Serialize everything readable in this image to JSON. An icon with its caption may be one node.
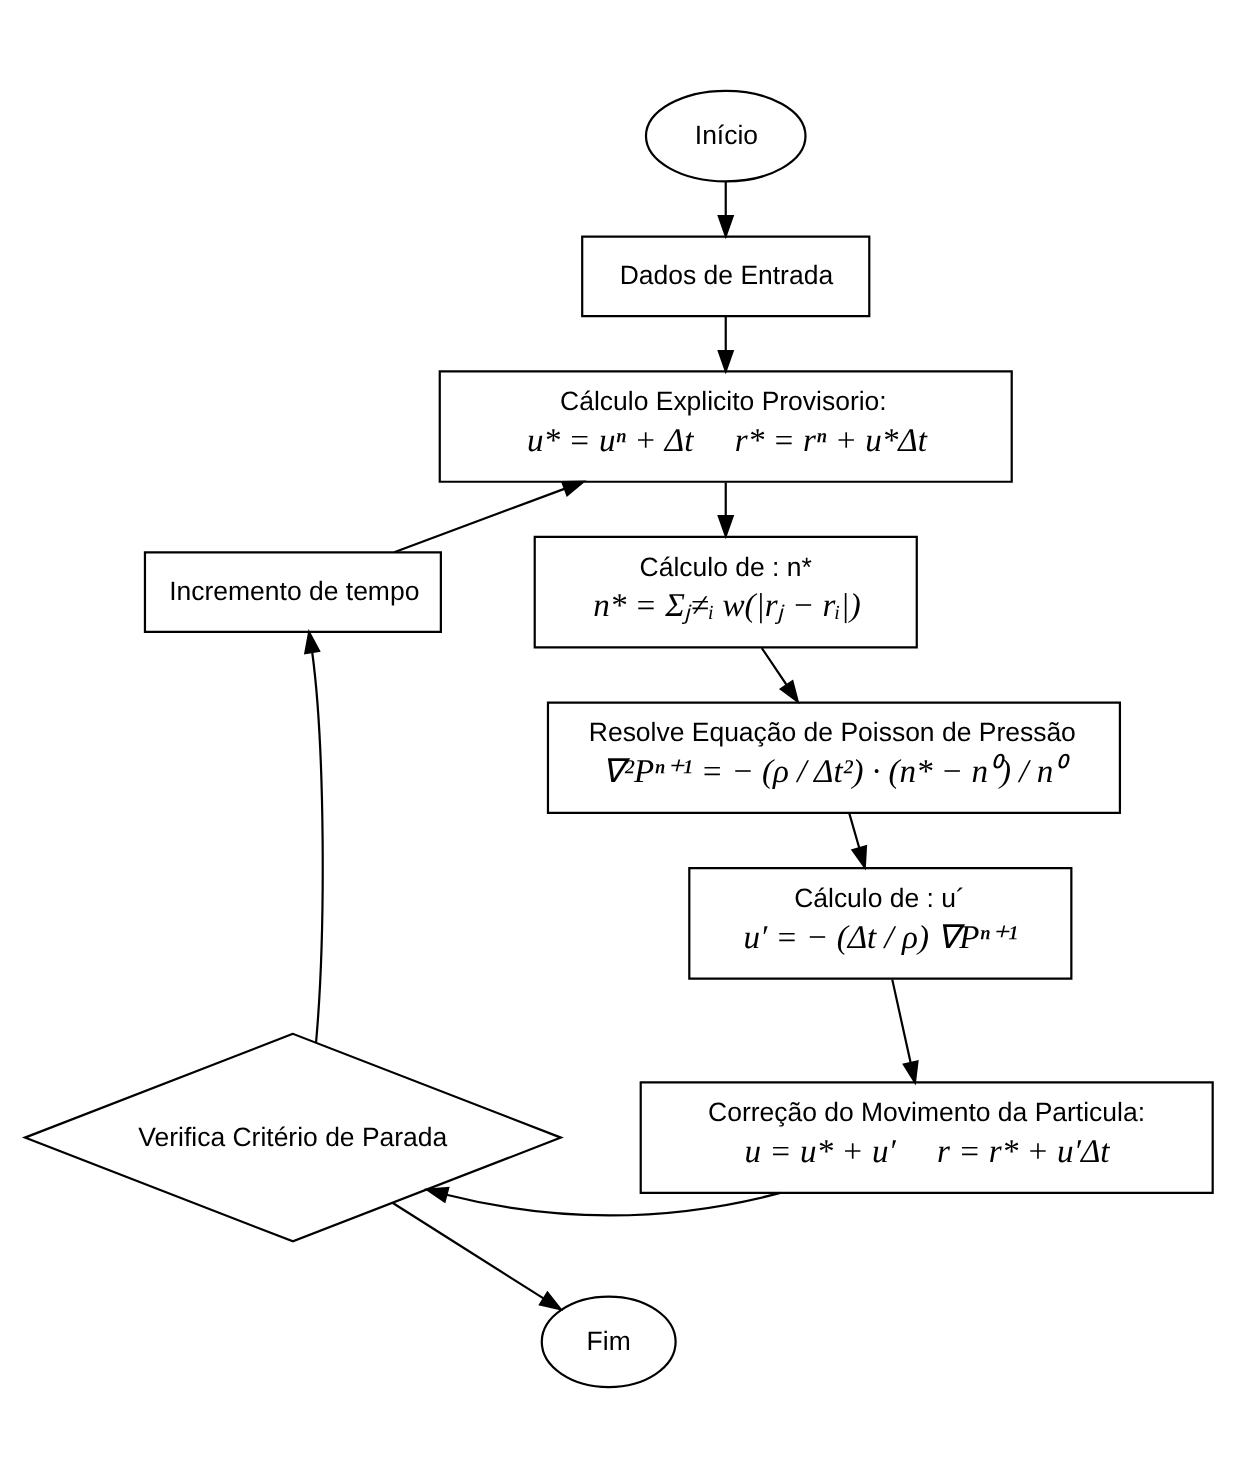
{
  "diagram": {
    "nodes": [
      {
        "text": [
          "Início"
        ]
      },
      {
        "text": [
          "Dados de Entrada"
        ]
      },
      {
        "text": [
          "Cálculo Explicito Provisorio:",
          "u* = uⁿ + Δt     r* = rⁿ + u*Δt"
        ]
      },
      {
        "text": [
          "Cálculo de : n*",
          "n* = Σⱼ≠ᵢ w(|rⱼ − rᵢ|)"
        ]
      },
      {
        "text": [
          "Resolve Equação de Poisson de Pressão",
          "∇²Pⁿ⁺¹ = − (ρ / Δt²) · (n* − n⁰) / n⁰"
        ]
      },
      {
        "text": [
          "Cálculo de : u´",
          "u′ = − (Δt / ρ) ∇Pⁿ⁺¹"
        ]
      },
      {
        "text": [
          "Correção do Movimento da Particula:",
          "u = u* + u′     r = r* + u′Δt"
        ]
      },
      {
        "text": [
          "Verifica Critério de Parada"
        ]
      },
      {
        "text": [
          "Fim"
        ]
      },
      {
        "text": [
          "Incremento de tempo"
        ]
      }
    ],
    "edges": [
      {
        "from": 0,
        "to": 1,
        "arrow": "to"
      },
      {
        "from": 1,
        "to": 2,
        "arrow": "to"
      },
      {
        "from": 2,
        "to": 3,
        "arrow": "to"
      },
      {
        "from": 3,
        "to": 4,
        "arrow": "to"
      },
      {
        "from": 4,
        "to": 5,
        "arrow": "to"
      },
      {
        "from": 5,
        "to": 6,
        "arrow": "to"
      },
      {
        "from": 6,
        "to": 7,
        "arrow": "to"
      },
      {
        "from": 7,
        "to": 8,
        "arrow": "to"
      },
      {
        "from": 7,
        "to": 9,
        "arrow": "to"
      },
      {
        "from": 9,
        "to": 2,
        "arrow": "to"
      }
    ]
  }
}
